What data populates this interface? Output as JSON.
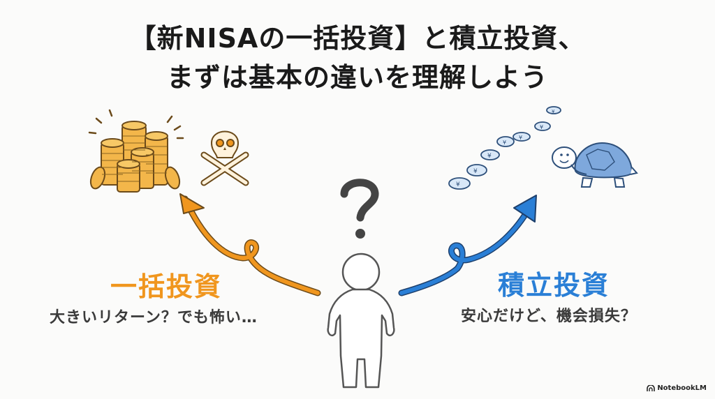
{
  "title": {
    "line1": "【新NISAの一括投資】と積立投資、",
    "line2": "まずは基本の違いを理解しよう"
  },
  "left": {
    "label": "一括投資",
    "caption": "大きいリターン？でも怖い…",
    "color": "#f0961e",
    "icons": [
      "coin-stacks-icon",
      "skull-crossbones-icon",
      "loop-arrow-up-left-icon"
    ]
  },
  "right": {
    "label": "積立投資",
    "caption": "安心だけど、機会損失？",
    "color": "#2a7fd6",
    "icons": [
      "yen-coin-trail-icon",
      "turtle-icon",
      "loop-arrow-up-right-icon"
    ]
  },
  "center": {
    "icons": [
      "question-mark-icon",
      "person-icon"
    ]
  },
  "brand": {
    "name": "NotebookLM"
  }
}
